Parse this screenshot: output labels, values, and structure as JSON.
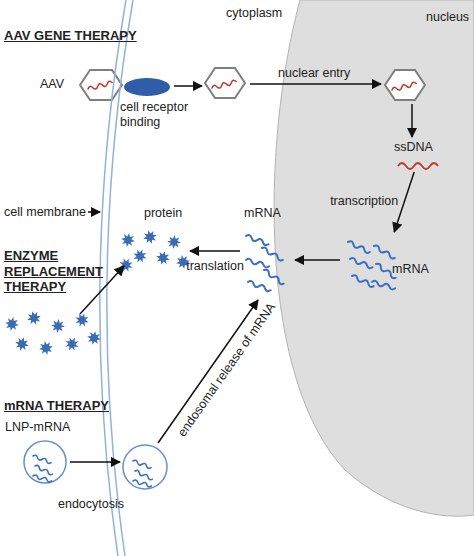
{
  "diagram": {
    "nodes": [
      {
        "text": [
          "nucleus"
        ]
      },
      {
        "text": [
          "AAV"
        ]
      },
      {
        "text": [
          "cell receptor binding"
        ]
      },
      {
        "text": [
          "ssDNA"
        ],
        "in": 0
      },
      {
        "text": [
          "mRNA"
        ],
        "in": 0
      },
      {
        "text": [
          "mRNA"
        ]
      },
      {
        "text": [
          "protein"
        ]
      },
      {
        "text": [
          "LNP-mRNA"
        ]
      }
    ],
    "edges": [
      {
        "from": 3,
        "to": 4,
        "label": "transcription",
        "arrow": "to"
      },
      {
        "from": 4,
        "to": 5,
        "arrow": "to"
      },
      {
        "from": 5,
        "to": 6,
        "label": "translation",
        "arrow": "to"
      }
    ],
    "labels": [
      "AAV GENE THERAPY",
      "cytoplasm",
      "nuclear entry",
      "cell membrane",
      "ENZYME REPLACEMENT THERAPY",
      "mRNA THERAPY",
      "endocytosis",
      "endosomal release of mRNA"
    ]
  }
}
